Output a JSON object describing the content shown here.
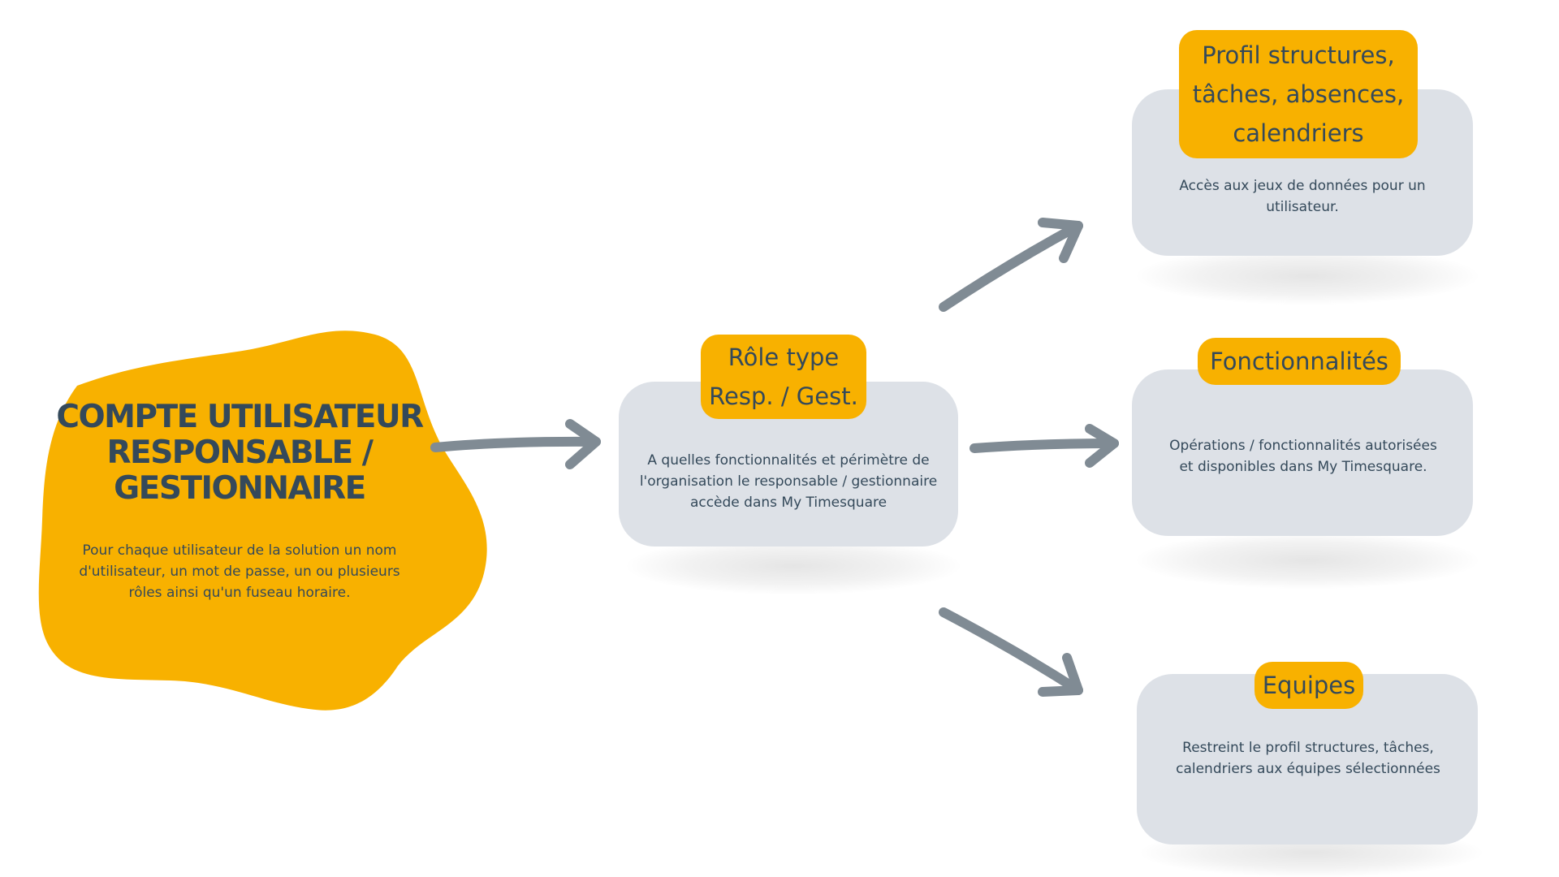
{
  "colors": {
    "accent_orange": "#f8b100",
    "card_grey": "#dde1e7",
    "arrow_grey": "#808b94",
    "text_dark": "#34495a"
  },
  "main": {
    "title": "COMPTE UTILISATEUR\nRESPONSABLE /\nGESTIONNAIRE",
    "description": "Pour chaque utilisateur de la solution un nom d'utilisateur, un mot de passe, un ou plusieurs rôles ainsi qu'un fuseau horaire."
  },
  "role": {
    "label": "Rôle type\nResp. / Gest.",
    "description": "A quelles fonctionnalités et périmètre de l'organisation le responsable / gestionnaire accède dans My Timesquare"
  },
  "profil": {
    "label": "Profil structures,\ntâches, absences,\ncalendriers",
    "description": "Accès aux jeux de données pour un utilisateur."
  },
  "fonctionnalites": {
    "label": "Fonctionnalités",
    "description": "Opérations / fonctionnalités autorisées et disponibles dans My Timesquare."
  },
  "equipes": {
    "label": "Equipes",
    "description": "Restreint le profil structures, tâches, calendriers aux équipes sélectionnées"
  }
}
